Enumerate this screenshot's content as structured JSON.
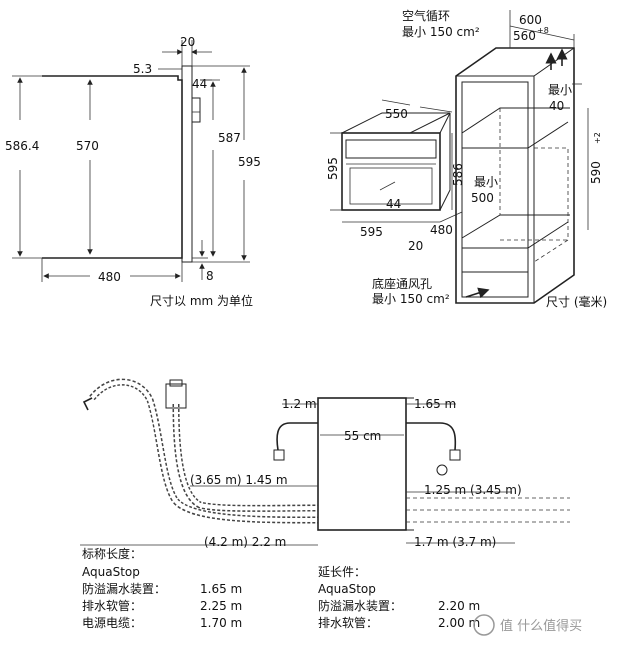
{
  "diagram1": {
    "dims": {
      "d20": "20",
      "d53": "5.3",
      "d44": "44",
      "d5864": "586.4",
      "d570": "570",
      "d587": "587",
      "d595": "595",
      "d8": "8",
      "d480": "480"
    },
    "note": "尺寸以 mm 为单位"
  },
  "diagram2": {
    "vent_top_l1": "空气循环",
    "vent_top_l2": "最小 150 cm²",
    "d600": "600",
    "d560": "560",
    "d560_sup": "+8",
    "d550": "550",
    "min40_l1": "最小",
    "min40_l2": "40",
    "d595v": "595",
    "d586": "586",
    "d44": "44",
    "d590": "590",
    "d590_sup": "+2",
    "min500_l1": "最小",
    "min500_l2": "500",
    "d595h": "595",
    "d480": "480",
    "d20": "20",
    "vent_bot_l1": "底座通风孔",
    "vent_bot_l2": "最小 150 cm²",
    "unit": "尺寸 (毫米)"
  },
  "diagram3": {
    "d12": "1.2 m",
    "d165": "1.65 m",
    "d55": "55 cm",
    "d365": "(3.65 m) 1.45 m",
    "d125": "1.25 m (3.45 m)",
    "d42": "(4.2 m) 2.2 m",
    "d17": "1.7 m (3.7 m)"
  },
  "standard": {
    "title": "标称长度：",
    "sub": "AquaStop",
    "rows": [
      {
        "label": "防溢漏水装置：",
        "value": "1.65 m"
      },
      {
        "label": "排水软管：",
        "value": "2.25 m"
      },
      {
        "label": "电源电缆：",
        "value": "1.70 m"
      }
    ]
  },
  "extension": {
    "title": "延长件：",
    "sub": "AquaStop",
    "rows": [
      {
        "label": "防溢漏水装置：",
        "value": "2.20 m"
      },
      {
        "label": "排水软管：",
        "value": "2.00 m"
      }
    ]
  },
  "watermark": "值 什么值得买"
}
